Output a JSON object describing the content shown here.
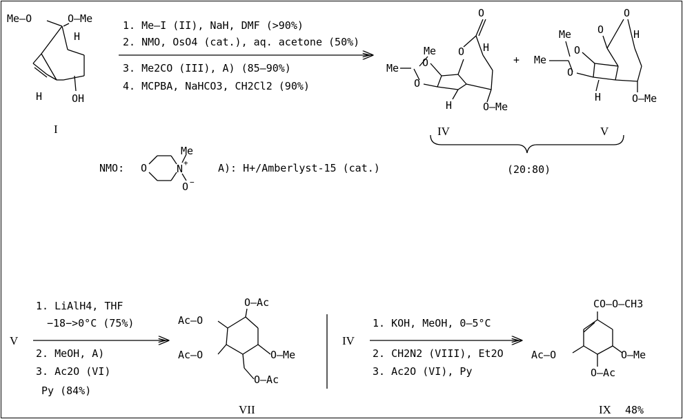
{
  "reaction1": {
    "conditions": [
      "1. Me–I  (II), NaH, DMF  (>90%)",
      "2. NMO, OsO4 (cat.), aq. acetone  (50%)",
      "3. Me2CO (III), A)  (85–90%)",
      "4. MCPBA, NaHCO3, CH2Cl2  (90%)"
    ],
    "reagent_label": "NMO:",
    "reagent_A": "A):  H+/Amberlyst-15 (cat.)",
    "ratio": "(20:80)"
  },
  "reaction2": {
    "conditions": [
      "1. LiAlH4, THF",
      "−18−>0°C (75%)",
      "2. MeOH,  A)",
      "3. Ac2O (VI)",
      "Py (84%)"
    ]
  },
  "reaction3": {
    "conditions": [
      "1. KOH, MeOH, 0–5°C",
      "2. CH2N2 (VIII), Et2O",
      "3. Ac2O (VI), Py"
    ]
  },
  "compounds": {
    "I": "I",
    "IV": "IV",
    "V": "V",
    "V_start": "V",
    "VII": "VII",
    "IV_start": "IV",
    "IX": "IX",
    "IX_yield": "48%"
  },
  "atoms": {
    "meo": "Me–O",
    "ome": "O–Me",
    "me": "Me",
    "h": "H",
    "oh": "OH",
    "o": "O",
    "oac": "O–Ac",
    "aco": "Ac–O",
    "co_o_o_ch3": "CO–O–CH3"
  }
}
